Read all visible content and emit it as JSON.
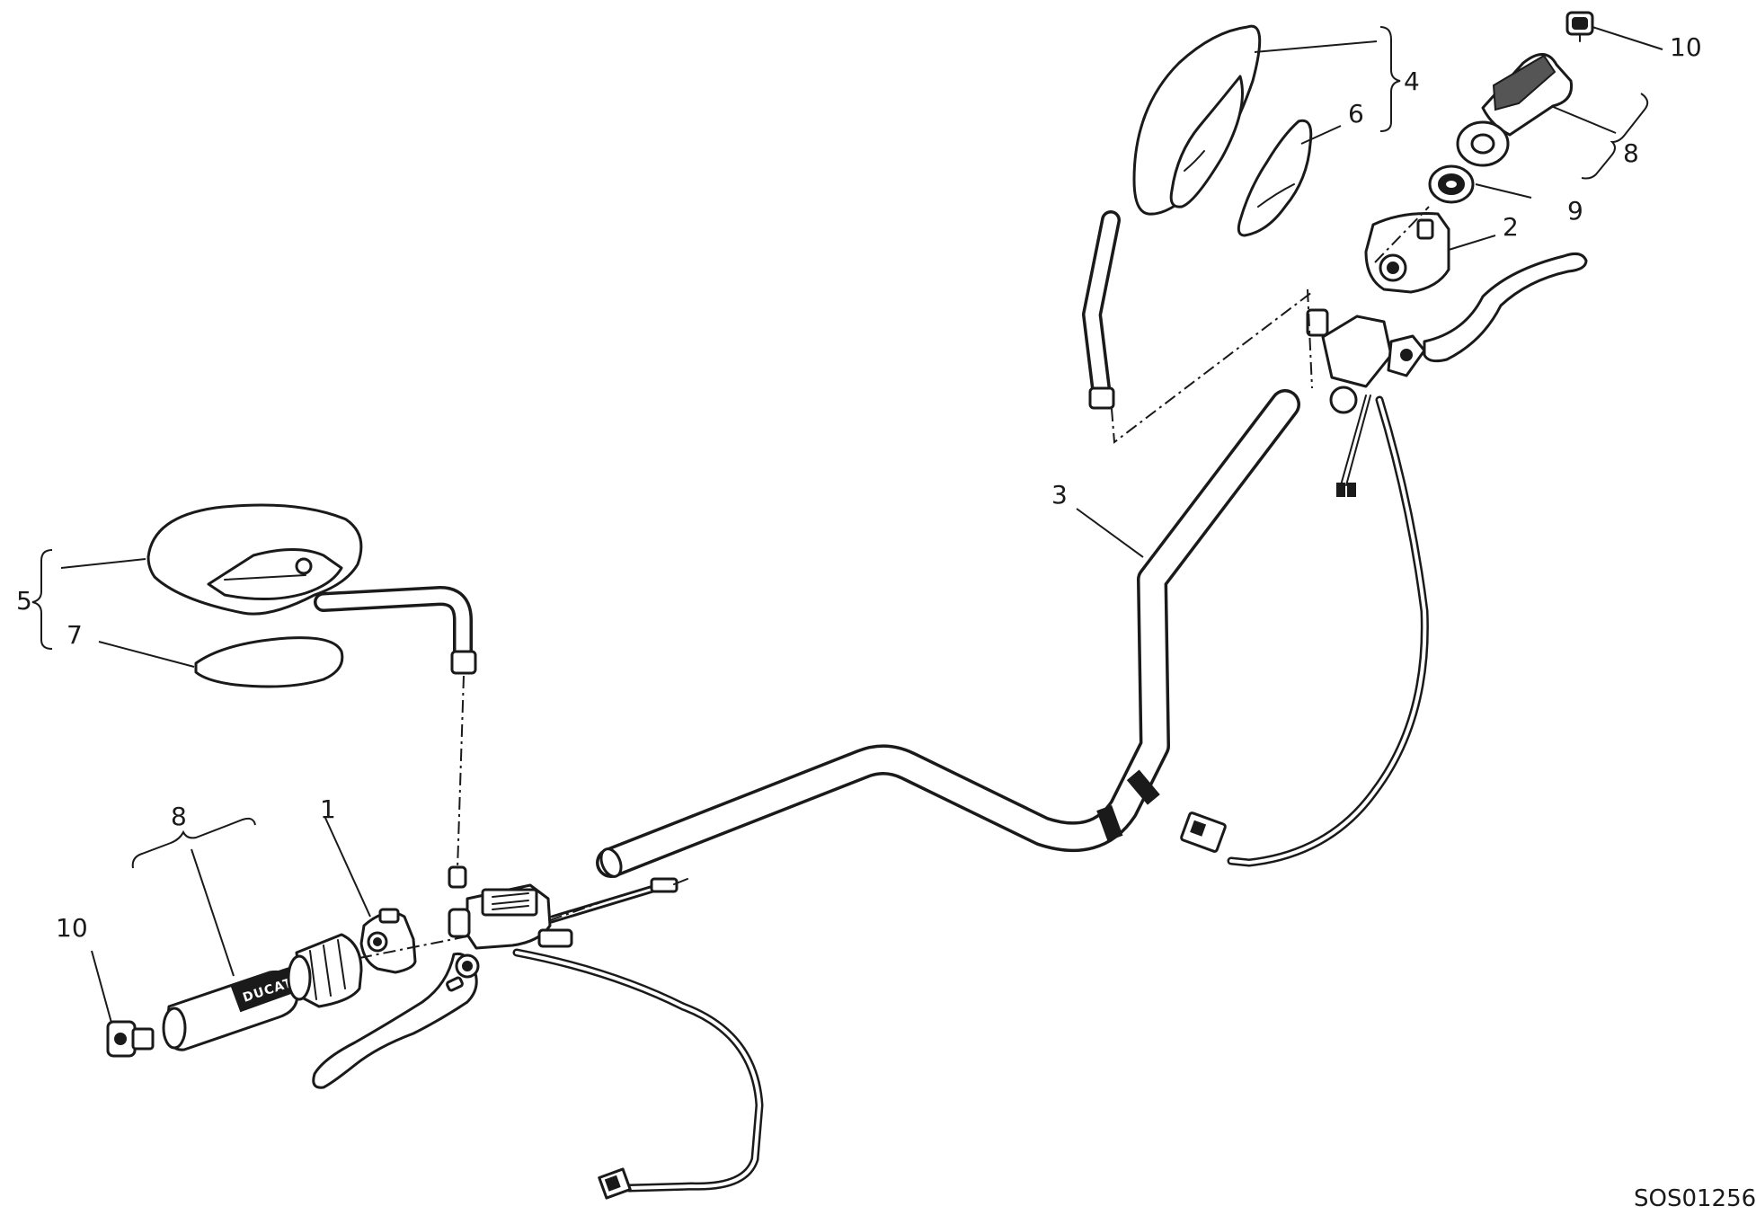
{
  "diagram": {
    "reference_code": "SOS01256",
    "grip_brand": "DUCATI",
    "callouts": {
      "c1": "1",
      "c2": "2",
      "c3": "3",
      "c4": "4",
      "c5": "5",
      "c6": "6",
      "c7": "7",
      "c8_left": "8",
      "c8_right": "8",
      "c9": "9",
      "c10_left": "10",
      "c10_right": "10"
    },
    "colors": {
      "line": "#1a1a1a",
      "background": "#ffffff"
    }
  }
}
